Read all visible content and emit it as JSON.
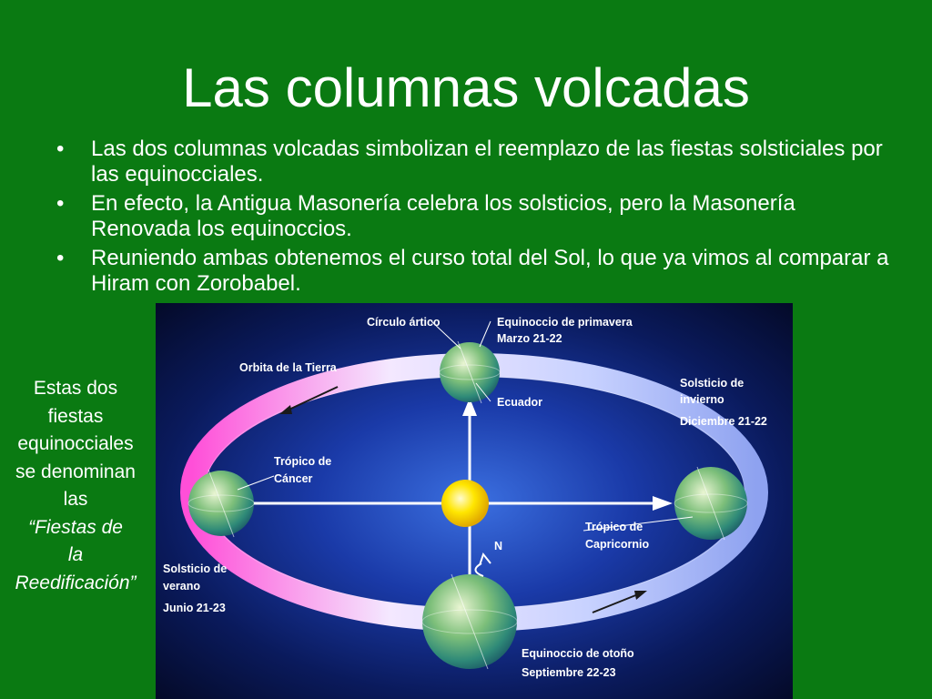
{
  "slide": {
    "title": "Las columnas volcadas",
    "bullets": [
      "Las dos columnas volcadas simbolizan el reemplazo de las fiestas solsticiales por las equinocciales.",
      "En efecto, la Antigua Masonería celebra los solsticios, pero la Masonería Renovada los equinoccios.",
      "Reuniendo ambas obtenemos el curso total del Sol, lo que ya vimos al comparar a Hiram con Zorobabel."
    ],
    "bullet_symbol": "•",
    "side_note": {
      "line1": "Estas dos",
      "line2": "fiestas",
      "line3": "equinocciales",
      "line4": "se denominan",
      "line5": "las",
      "italic1": "“Fiestas de",
      "italic2": "la",
      "italic3": "Reedificación”"
    }
  },
  "diagram": {
    "circulo_artico": "Círculo ártico",
    "equinoccio_primavera": "Equinoccio de primavera",
    "equinoccio_primavera_fecha": "Marzo 21-22",
    "orbita": "Orbita de la Tierra",
    "ecuador": "Ecuador",
    "solsticio_invierno_1": "Solsticio de",
    "solsticio_invierno_2": "invierno",
    "solsticio_invierno_fecha": "Diciembre 21-22",
    "tropico_cancer_1": "Trópico de",
    "tropico_cancer_2": "Cáncer",
    "tropico_capricornio_1": "Trópico de",
    "tropico_capricornio_2": "Capricornio",
    "norte": "N",
    "solsticio_verano_1": "Solsticio de",
    "solsticio_verano_2": "verano",
    "solsticio_verano_fecha": "Junio 21-23",
    "equinoccio_otono": "Equinoccio de otoño",
    "equinoccio_otono_fecha": "Septiembre 22-23"
  },
  "colors": {
    "background": "#0a7a12",
    "text": "#ffffff",
    "sun": "#ffe600",
    "orbit_pink": "#ff4fd8",
    "orbit_blue": "#a8b8ff"
  }
}
